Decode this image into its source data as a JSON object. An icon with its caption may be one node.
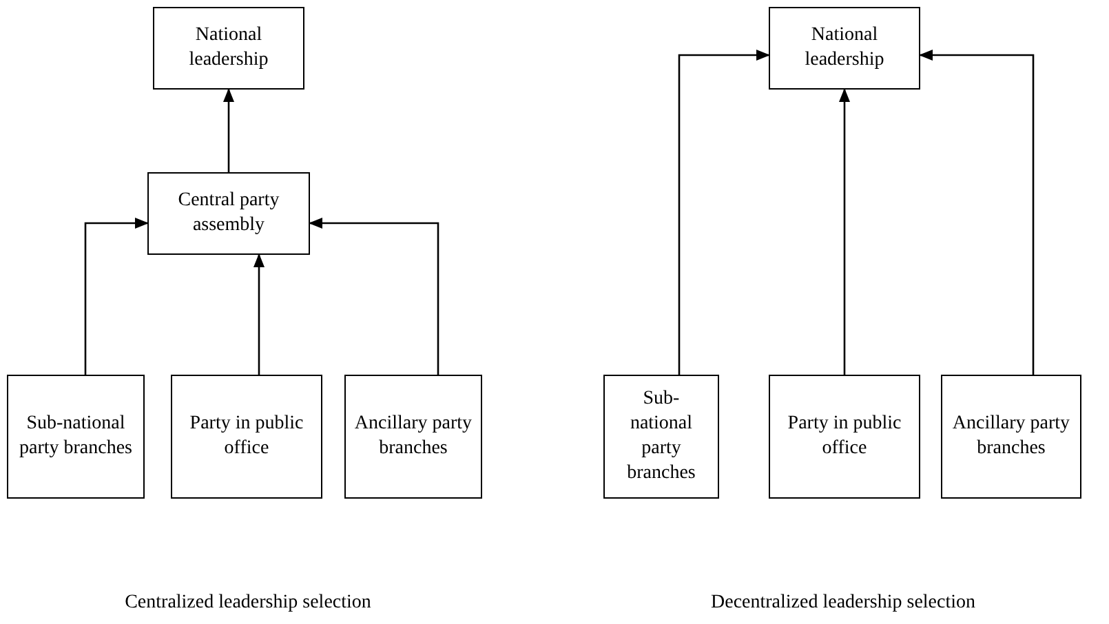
{
  "diagram": {
    "nodes": [
      {
        "text": [
          "National leadership"
        ]
      },
      {
        "text": [
          "Central party assembly"
        ]
      },
      {
        "text": [
          "Sub-national party branches"
        ]
      },
      {
        "text": [
          "Party in public office"
        ]
      },
      {
        "text": [
          "Ancillary party branches"
        ]
      },
      {
        "text": [
          "National leadership"
        ]
      },
      {
        "text": [
          "Sub-national party branches"
        ]
      },
      {
        "text": [
          "Party in public office"
        ]
      },
      {
        "text": [
          "Ancillary party branches"
        ]
      }
    ],
    "edges": [
      {
        "from": 1,
        "to": 0,
        "arrow": "to"
      },
      {
        "from": 2,
        "to": 1,
        "arrow": "to"
      },
      {
        "from": 3,
        "to": 1,
        "arrow": "to"
      },
      {
        "from": 4,
        "to": 1,
        "arrow": "to"
      },
      {
        "from": 6,
        "to": 5,
        "arrow": "to"
      },
      {
        "from": 7,
        "to": 5,
        "arrow": "to"
      },
      {
        "from": 8,
        "to": 5,
        "arrow": "to"
      }
    ],
    "labels": [
      "Centralized leadership selection",
      "Decentralized leadership selection"
    ]
  }
}
